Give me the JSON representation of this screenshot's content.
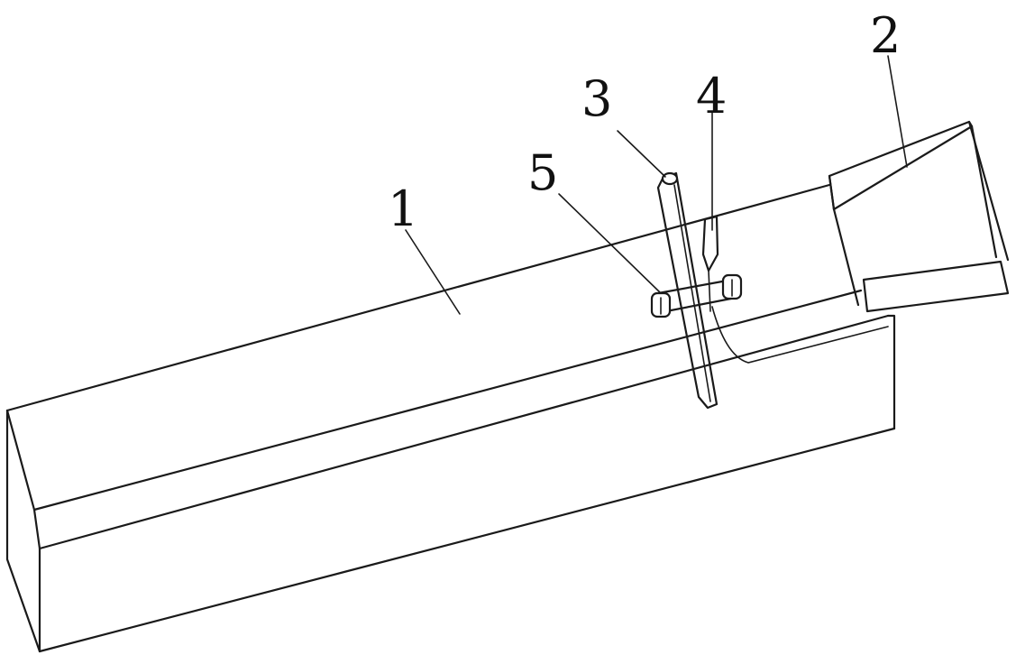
{
  "figure": {
    "labels": {
      "part_1": "1",
      "part_2": "2",
      "part_3": "3",
      "part_4": "4",
      "part_5": "5"
    },
    "colors": {
      "line": "#1a1a1a",
      "background": "#ffffff"
    }
  }
}
